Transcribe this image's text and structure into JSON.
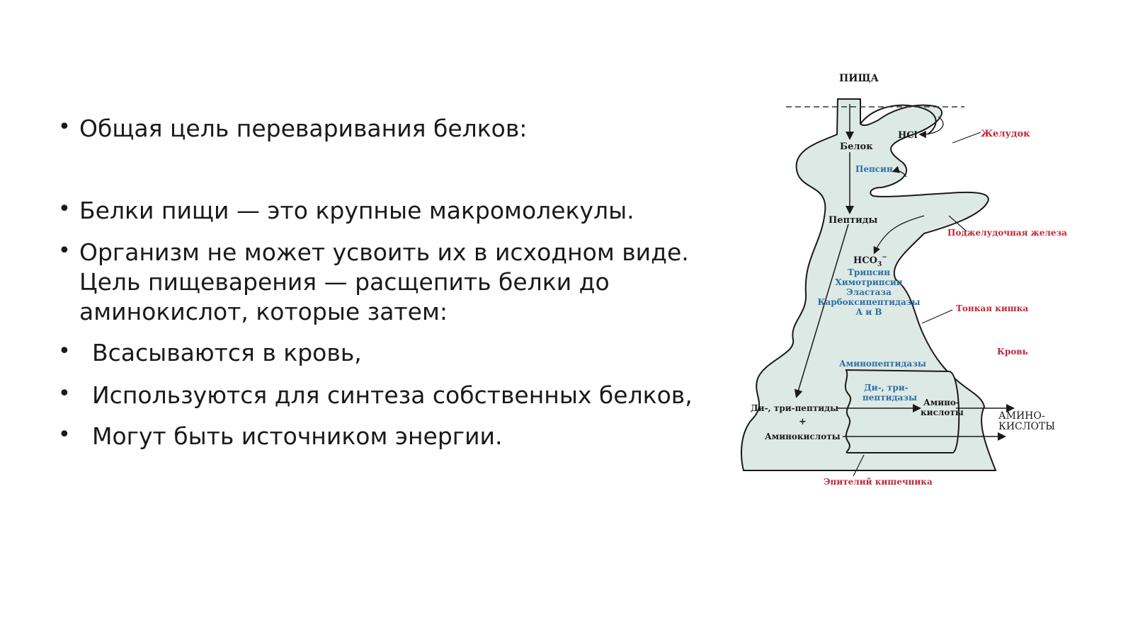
{
  "bullets": [
    {
      "text": "Общая цель переваривания белков:",
      "indent": false
    },
    {
      "text": "Белки пищи — это крупные макромолекулы.",
      "indent": false
    },
    {
      "lines": [
        "Организм не может усвоить их в исходном виде.",
        "Цель пищеварения — расщепить белки до",
        "аминокислот, которые затем:"
      ],
      "indent": false
    },
    {
      "text": "Всасываются в кровь,",
      "indent": true
    },
    {
      "text": "Используются для синтеза собственных белков,",
      "indent": true
    },
    {
      "text": "Могут быть источником энергии.",
      "indent": true
    }
  ],
  "bullet_symbol": "•",
  "diagram": {
    "food": "ПИЩА",
    "hcl": "HCl",
    "stomach": "Желудок",
    "protein": "Белок",
    "pepsin": "Пепсин",
    "peptides": "Пептиды",
    "pancreas": "Поджелудочная железа",
    "hco3": "HCO",
    "hco3_sub": "3",
    "hco3_sup": "−",
    "pancreatic_enzymes": [
      "Трипсин",
      "Химотрипсин",
      "Эластаза",
      "Карбоксипептидазы",
      "А и В"
    ],
    "small_intestine": "Тонкая кишка",
    "blood": "Кровь",
    "aminopeptidases": "Аминопептидазы",
    "di_tri_inner": [
      "Ди-, три-",
      "пептидазы"
    ],
    "di_tri_peptides": "Ди-, три-пептиды",
    "plus": "+",
    "amino_acids_left": "Аминокислоты",
    "amino_acids_cell": [
      "Амино-",
      "кислоты"
    ],
    "amino_acids_out": [
      "АМИНО-",
      "КИСЛОТЫ"
    ],
    "epithelium": "Эпителий кишечника"
  },
  "colors": {
    "fill": "#dde9e4",
    "red": "#c0273a",
    "blue": "#2a6fa8",
    "ink": "#1a1a1a"
  }
}
